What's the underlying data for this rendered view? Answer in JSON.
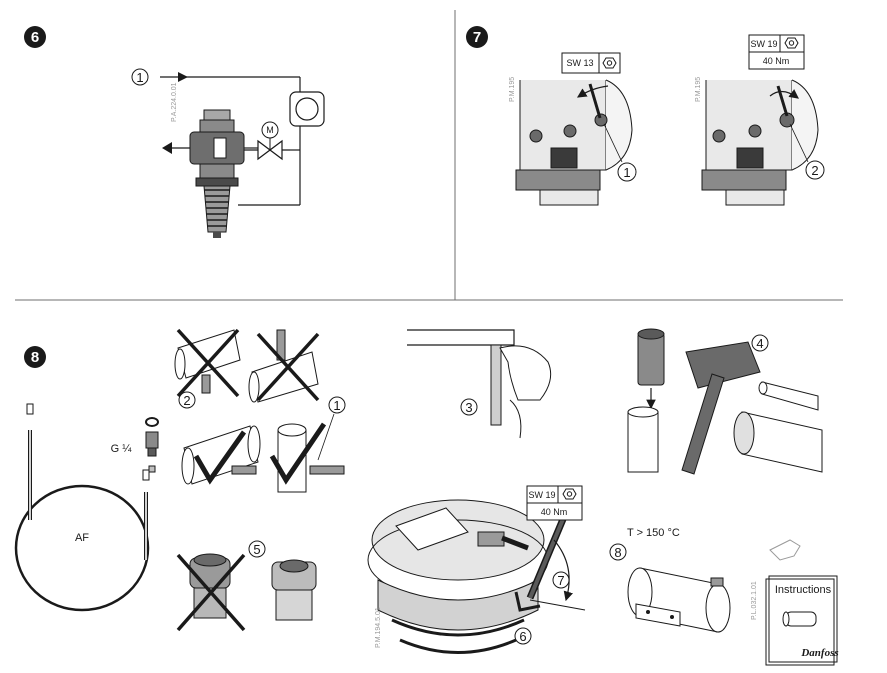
{
  "panels": {
    "step6": {
      "number": "6",
      "callouts": {
        "one": "1"
      },
      "motor_label": "M",
      "part_code": "P.A.224.0.01"
    },
    "step7": {
      "number": "7",
      "left": {
        "wrench": "SW 13",
        "part_code": "P.M.195",
        "callout": "1"
      },
      "right": {
        "wrench": "SW 19",
        "torque": "40 Nm",
        "part_code": "P.M.195",
        "callout": "2"
      }
    },
    "step8": {
      "number": "8",
      "thread_label": "G ¼",
      "af_label": "AF",
      "callouts": {
        "c1": "1",
        "c2": "2",
        "c3": "3",
        "c4": "4",
        "c5": "5",
        "c6": "6",
        "c7": "7",
        "c8": "8"
      },
      "wrench": "SW 19",
      "torque": "40 Nm",
      "temperature": "T > 150 °C",
      "part_code_left": "P.M.194.5.01",
      "part_code_right": "P.L.032.1.01",
      "instructions_title": "Instructions",
      "brand": "Danfoss"
    }
  },
  "colors": {
    "line": "#1a1a1a",
    "divider": "#6f6f6f",
    "badge": "#1a1a1a",
    "gray": "#7a7a7a",
    "lightgray": "#d2d2d2"
  }
}
